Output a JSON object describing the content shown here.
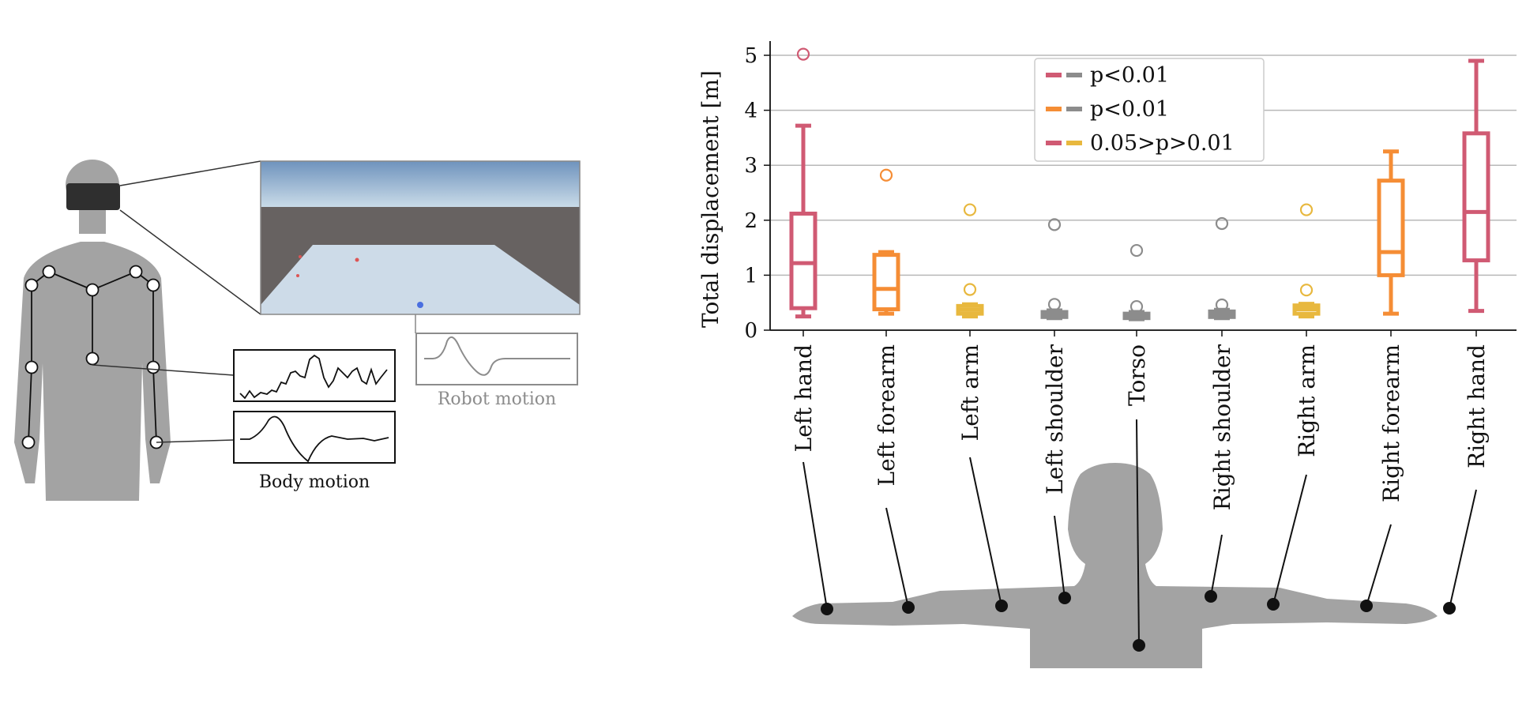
{
  "left_panel": {
    "robot_motion_label": "Robot motion",
    "body_motion_label": "Body motion"
  },
  "colors": {
    "red": "#d05a73",
    "orange": "#f58d35",
    "yellow": "#e8b83e",
    "gray": "#8c8c8c",
    "silhouette": "#a3a3a3"
  },
  "chart_data": {
    "type": "box",
    "ylabel": "Total displacement [m]",
    "ylim": [
      0,
      5.3
    ],
    "yticks": [
      0,
      1,
      2,
      3,
      4,
      5
    ],
    "grid": "horizontal",
    "legend": {
      "placement": "top-center",
      "entries": [
        {
          "label": "p<0.01",
          "colors": [
            "red",
            "gray"
          ]
        },
        {
          "label": "p<0.01",
          "colors": [
            "orange",
            "gray"
          ]
        },
        {
          "label": "0.05>p>0.01",
          "colors": [
            "red",
            "yellow"
          ]
        }
      ]
    },
    "categories": [
      "Left hand",
      "Left forearm",
      "Left arm",
      "Left shoulder",
      "Torso",
      "Right shoulder",
      "Right arm",
      "Right forearm",
      "Right hand"
    ],
    "boxes": [
      {
        "color": "red",
        "min": 0.25,
        "q1": 0.4,
        "median": 1.22,
        "q3": 2.12,
        "max": 3.72,
        "outliers": [
          5.02
        ]
      },
      {
        "color": "orange",
        "min": 0.3,
        "q1": 0.38,
        "median": 0.75,
        "q3": 1.37,
        "max": 1.42,
        "outliers": [
          2.82
        ]
      },
      {
        "color": "yellow",
        "min": 0.25,
        "q1": 0.3,
        "median": 0.37,
        "q3": 0.44,
        "max": 0.47,
        "outliers": [
          0.74,
          2.19
        ]
      },
      {
        "color": "gray",
        "min": 0.22,
        "q1": 0.24,
        "median": 0.28,
        "q3": 0.33,
        "max": 0.36,
        "outliers": [
          0.47,
          1.92
        ]
      },
      {
        "color": "gray",
        "min": 0.2,
        "q1": 0.22,
        "median": 0.26,
        "q3": 0.3,
        "max": 0.33,
        "outliers": [
          0.43,
          1.45
        ]
      },
      {
        "color": "gray",
        "min": 0.22,
        "q1": 0.24,
        "median": 0.29,
        "q3": 0.34,
        "max": 0.37,
        "outliers": [
          0.46,
          1.94
        ]
      },
      {
        "color": "yellow",
        "min": 0.25,
        "q1": 0.3,
        "median": 0.38,
        "q3": 0.45,
        "max": 0.48,
        "outliers": [
          0.73,
          2.19
        ]
      },
      {
        "color": "orange",
        "min": 0.3,
        "q1": 1.0,
        "median": 1.42,
        "q3": 2.72,
        "max": 3.25,
        "outliers": []
      },
      {
        "color": "red",
        "min": 0.35,
        "q1": 1.27,
        "median": 2.15,
        "q3": 3.58,
        "max": 4.9,
        "outliers": []
      }
    ]
  }
}
